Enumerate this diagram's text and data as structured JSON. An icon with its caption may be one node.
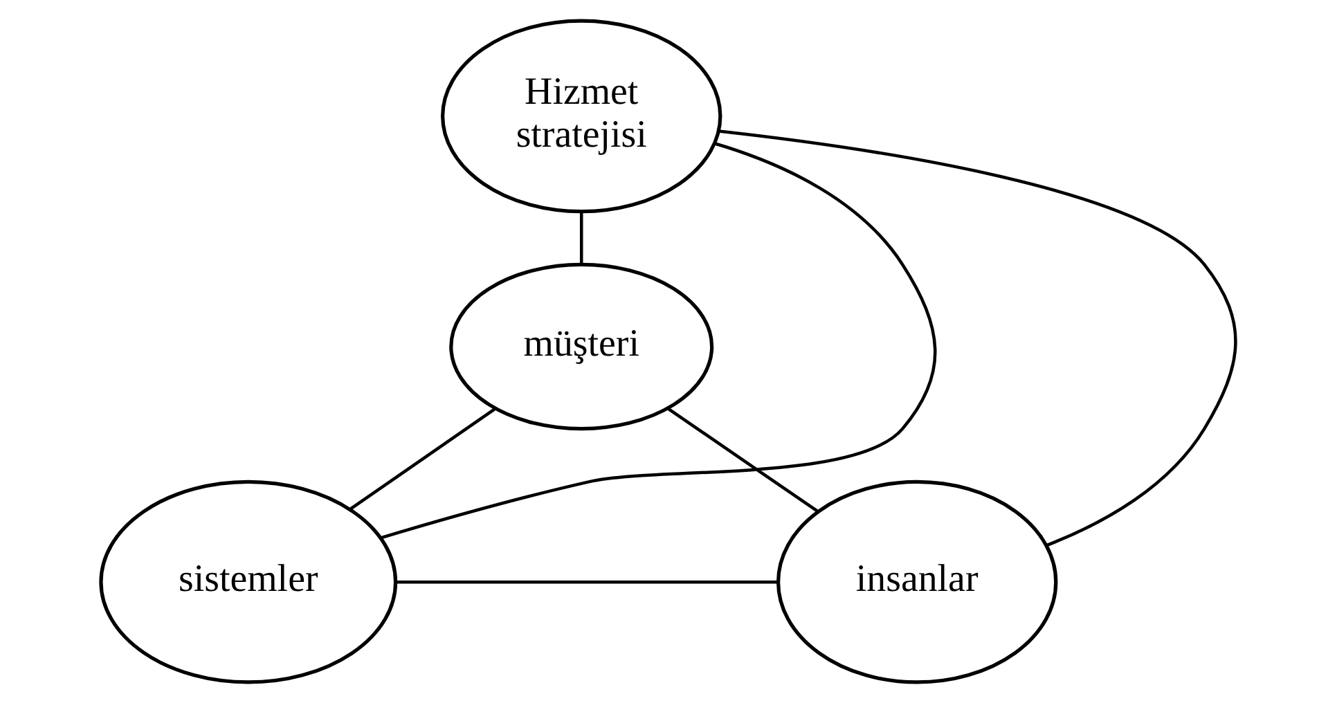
{
  "diagram": {
    "nodes": [
      {
        "text": [
          "Hizmet stratejisi"
        ]
      },
      {
        "text": [
          "müşteri"
        ]
      },
      {
        "text": [
          "sistemler"
        ]
      },
      {
        "text": [
          "insanlar"
        ]
      }
    ],
    "edges": [
      {
        "from": 0,
        "to": 2,
        "arrow": "none"
      },
      {
        "from": 0,
        "to": 1,
        "arrow": "none"
      },
      {
        "from": 0,
        "to": 3,
        "arrow": "none"
      },
      {
        "from": 1,
        "to": 2,
        "arrow": "none"
      },
      {
        "from": 1,
        "to": 3,
        "arrow": "none"
      },
      {
        "from": 2,
        "to": 3,
        "arrow": "none"
      }
    ]
  }
}
